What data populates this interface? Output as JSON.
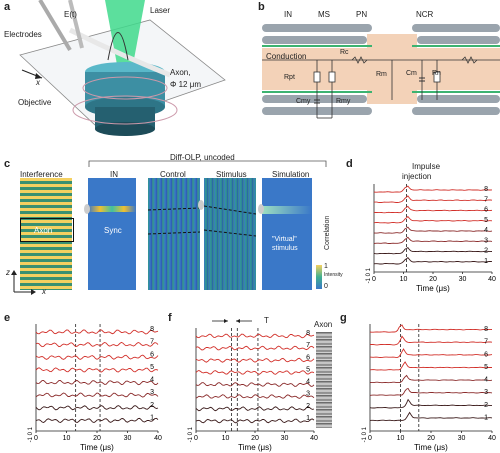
{
  "panels": {
    "a": {
      "label": "a",
      "electrodes": "Electrodes",
      "e_t": "E(t)",
      "laser": "Laser",
      "axon": "Axon,",
      "axon_dia": "Φ 12 μm",
      "objective": "Objective",
      "x": "x"
    },
    "b": {
      "label": "b",
      "in": "IN",
      "ms": "MS",
      "pn": "PN",
      "ncr": "NCR",
      "conduction": "Conduction",
      "rc": "Rc",
      "rm": "Rm",
      "cm": "Cm",
      "rn": "Rn",
      "cmy": "Cmy",
      "rmy": "Rmy",
      "rpt": "Rpt"
    },
    "c": {
      "label": "c",
      "interference": "Interference",
      "group_title": "Diff-OLP, uncoded",
      "titles": [
        "IN",
        "Control",
        "Stimulus",
        "Simulation"
      ],
      "axon": "Axon",
      "sync": "Sync",
      "virtual": "\"Virtual\"",
      "stimulus_word": "stimulus",
      "z": "z",
      "x": "x",
      "cbar_max": "1",
      "cbar_min": "0",
      "cbar_label": "Intensity"
    },
    "d": {
      "label": "d",
      "impulse": "Impulse",
      "injection": "injection",
      "ylabel": "Correlation",
      "xlabel": "Time (μs)",
      "xticks": [
        "0",
        "10",
        "20",
        "30",
        "40"
      ],
      "ytick": "-1  0  1",
      "traces": [
        "8",
        "7",
        "6",
        "5",
        "4",
        "3",
        "2",
        "1"
      ]
    },
    "e": {
      "label": "e",
      "xlabel": "Time (μs)",
      "xticks": [
        "0",
        "10",
        "20",
        "30",
        "40"
      ],
      "ytick": "-1  0  1",
      "traces": [
        "8",
        "7",
        "6",
        "5",
        "4",
        "3",
        "2",
        "1"
      ]
    },
    "f": {
      "label": "f",
      "T": "T",
      "axon": "Axon",
      "xlabel": "Time (μs)",
      "xticks": [
        "0",
        "10",
        "20",
        "30",
        "40"
      ],
      "ytick": "-1  0  1",
      "traces": [
        "8",
        "7",
        "6",
        "5",
        "4",
        "3",
        "2",
        "1"
      ]
    },
    "g": {
      "label": "g",
      "xlabel": "Time (μs)",
      "xticks": [
        "0",
        "10",
        "20",
        "30",
        "40"
      ],
      "ytick": "-1  0  1",
      "traces": [
        "8",
        "7",
        "6",
        "5",
        "4",
        "3",
        "2",
        "1"
      ]
    }
  },
  "colors": {
    "trace_red": "#d2302a",
    "trace_dark": "#3a1a1a",
    "cyan": "#4db5c8",
    "green": "#3cb371",
    "cmap_bg": "#3a78c8"
  }
}
